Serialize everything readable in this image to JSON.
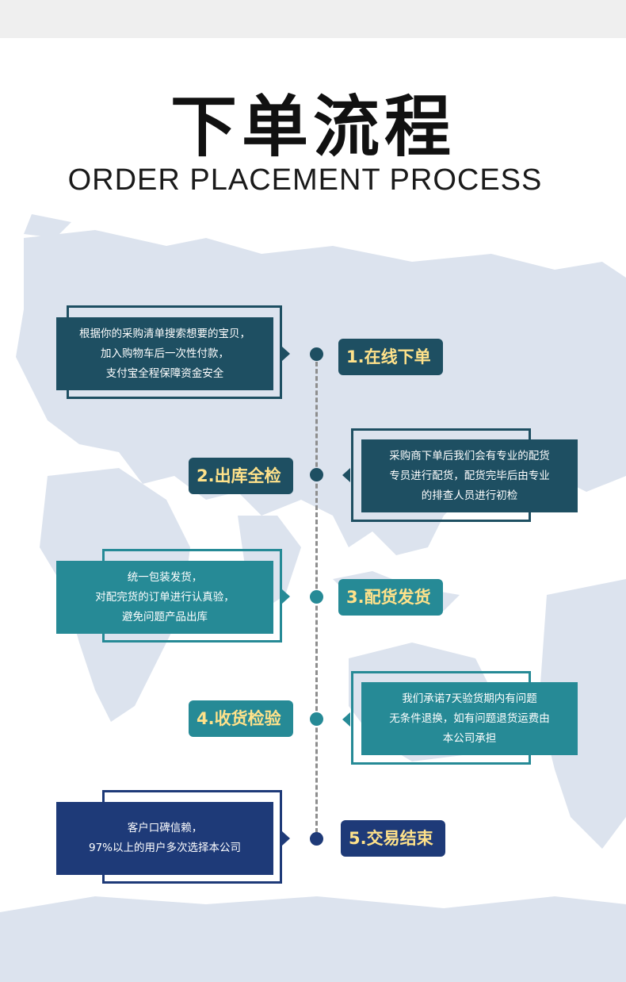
{
  "header": {
    "title_cn": "下单流程",
    "title_en": "ORDER PLACEMENT PROCESS"
  },
  "colors": {
    "step1": "#1e4f62",
    "step2": "#1e4f62",
    "step3": "#268a96",
    "step4": "#268a96",
    "step5": "#1e3a78",
    "label_text": "#ffe28a",
    "map": "#d9e1ec"
  },
  "steps": [
    {
      "label": "1.在线下单",
      "lines": [
        "根据你的采购清单搜索想要的宝贝，",
        "加入购物车后一次性付款，",
        "支付宝全程保障资金安全"
      ]
    },
    {
      "label": "2.出库全检",
      "lines": [
        "采购商下单后我们会有专业的配货",
        "专员进行配货，配货完毕后由专业",
        "的排查人员进行初检"
      ]
    },
    {
      "label": "3.配货发货",
      "lines": [
        "统一包装发货，",
        "对配完货的订单进行认真验，",
        "避免问题产品出库"
      ]
    },
    {
      "label": "4.收货检验",
      "lines": [
        "我们承诺7天验货期内有问题",
        "无条件退换，如有问题退货运费由",
        "本公司承担"
      ]
    },
    {
      "label": "5.交易结束",
      "lines": [
        "客户口碑信赖，",
        "97%以上的用户多次选择本公司"
      ]
    }
  ]
}
